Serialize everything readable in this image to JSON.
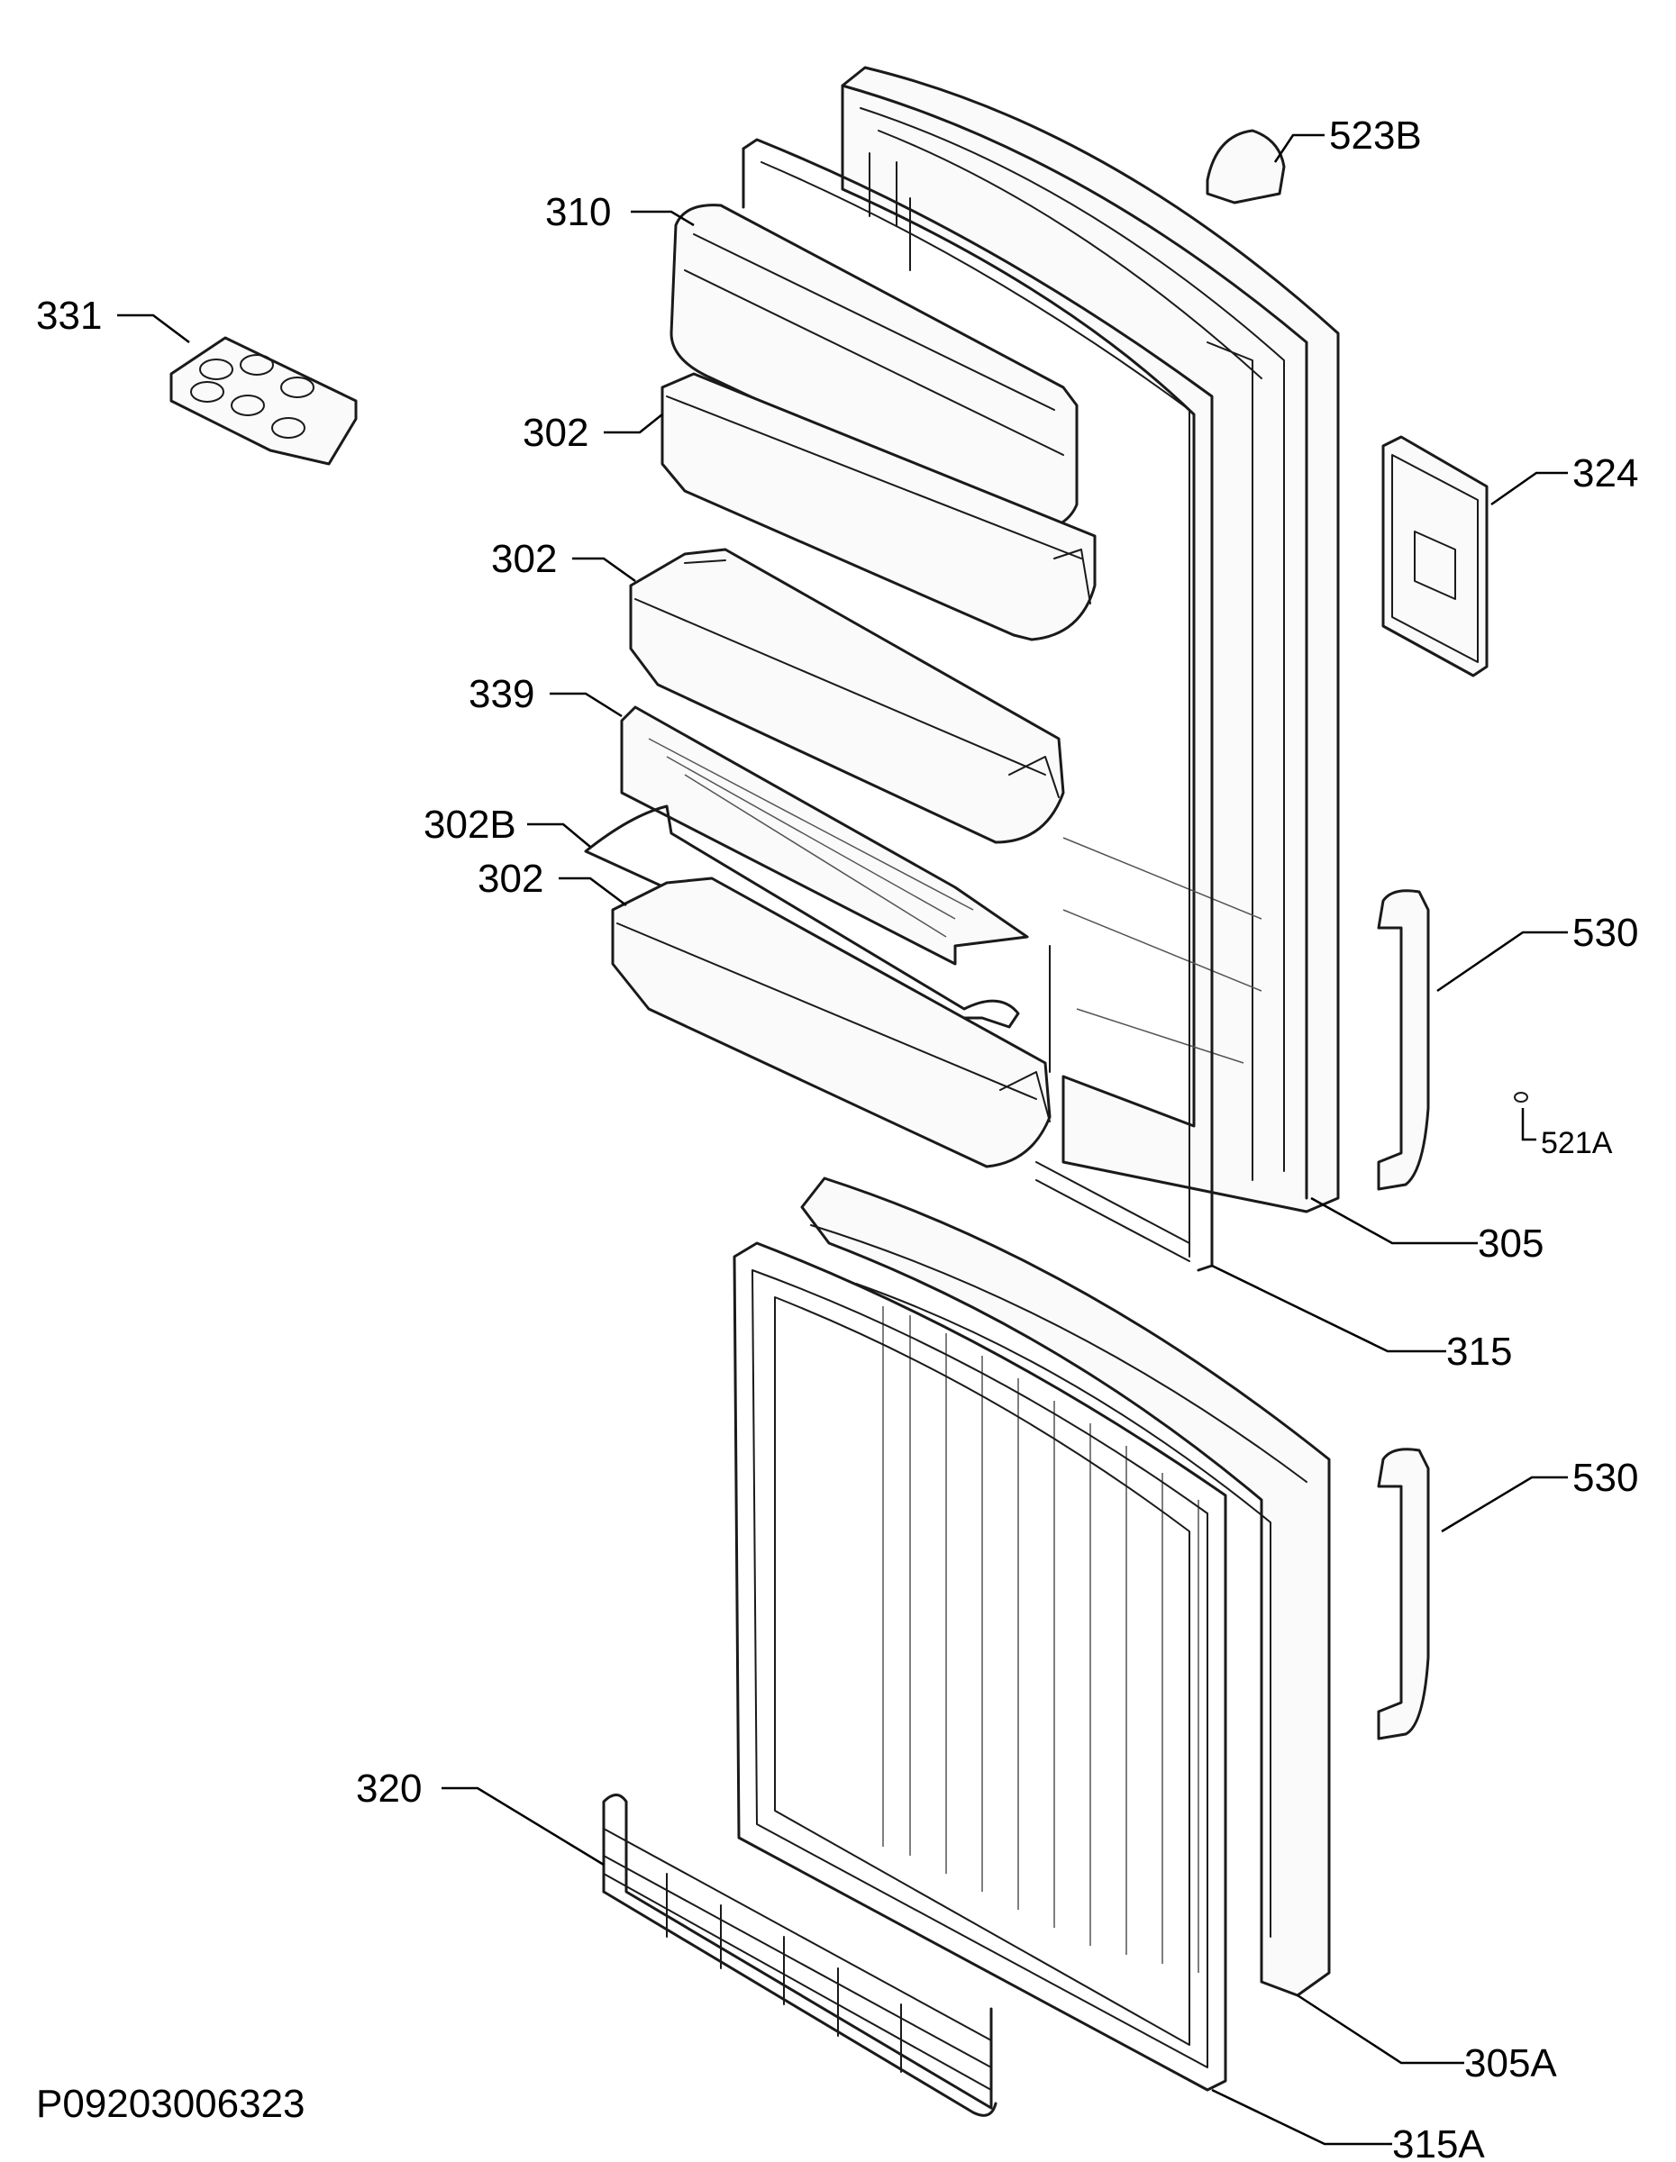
{
  "drawing_code": "P09203006323",
  "callouts": {
    "c523B": "523B",
    "c310": "310",
    "c331": "331",
    "c302a": "302",
    "c324": "324",
    "c302b": "302",
    "c339": "339",
    "c302B": "302B",
    "c302c": "302",
    "c530a": "530",
    "c521A": "521A",
    "c305": "305",
    "c315": "315",
    "c530b": "530",
    "c320": "320",
    "c305A": "305A",
    "c315A": "315A"
  }
}
